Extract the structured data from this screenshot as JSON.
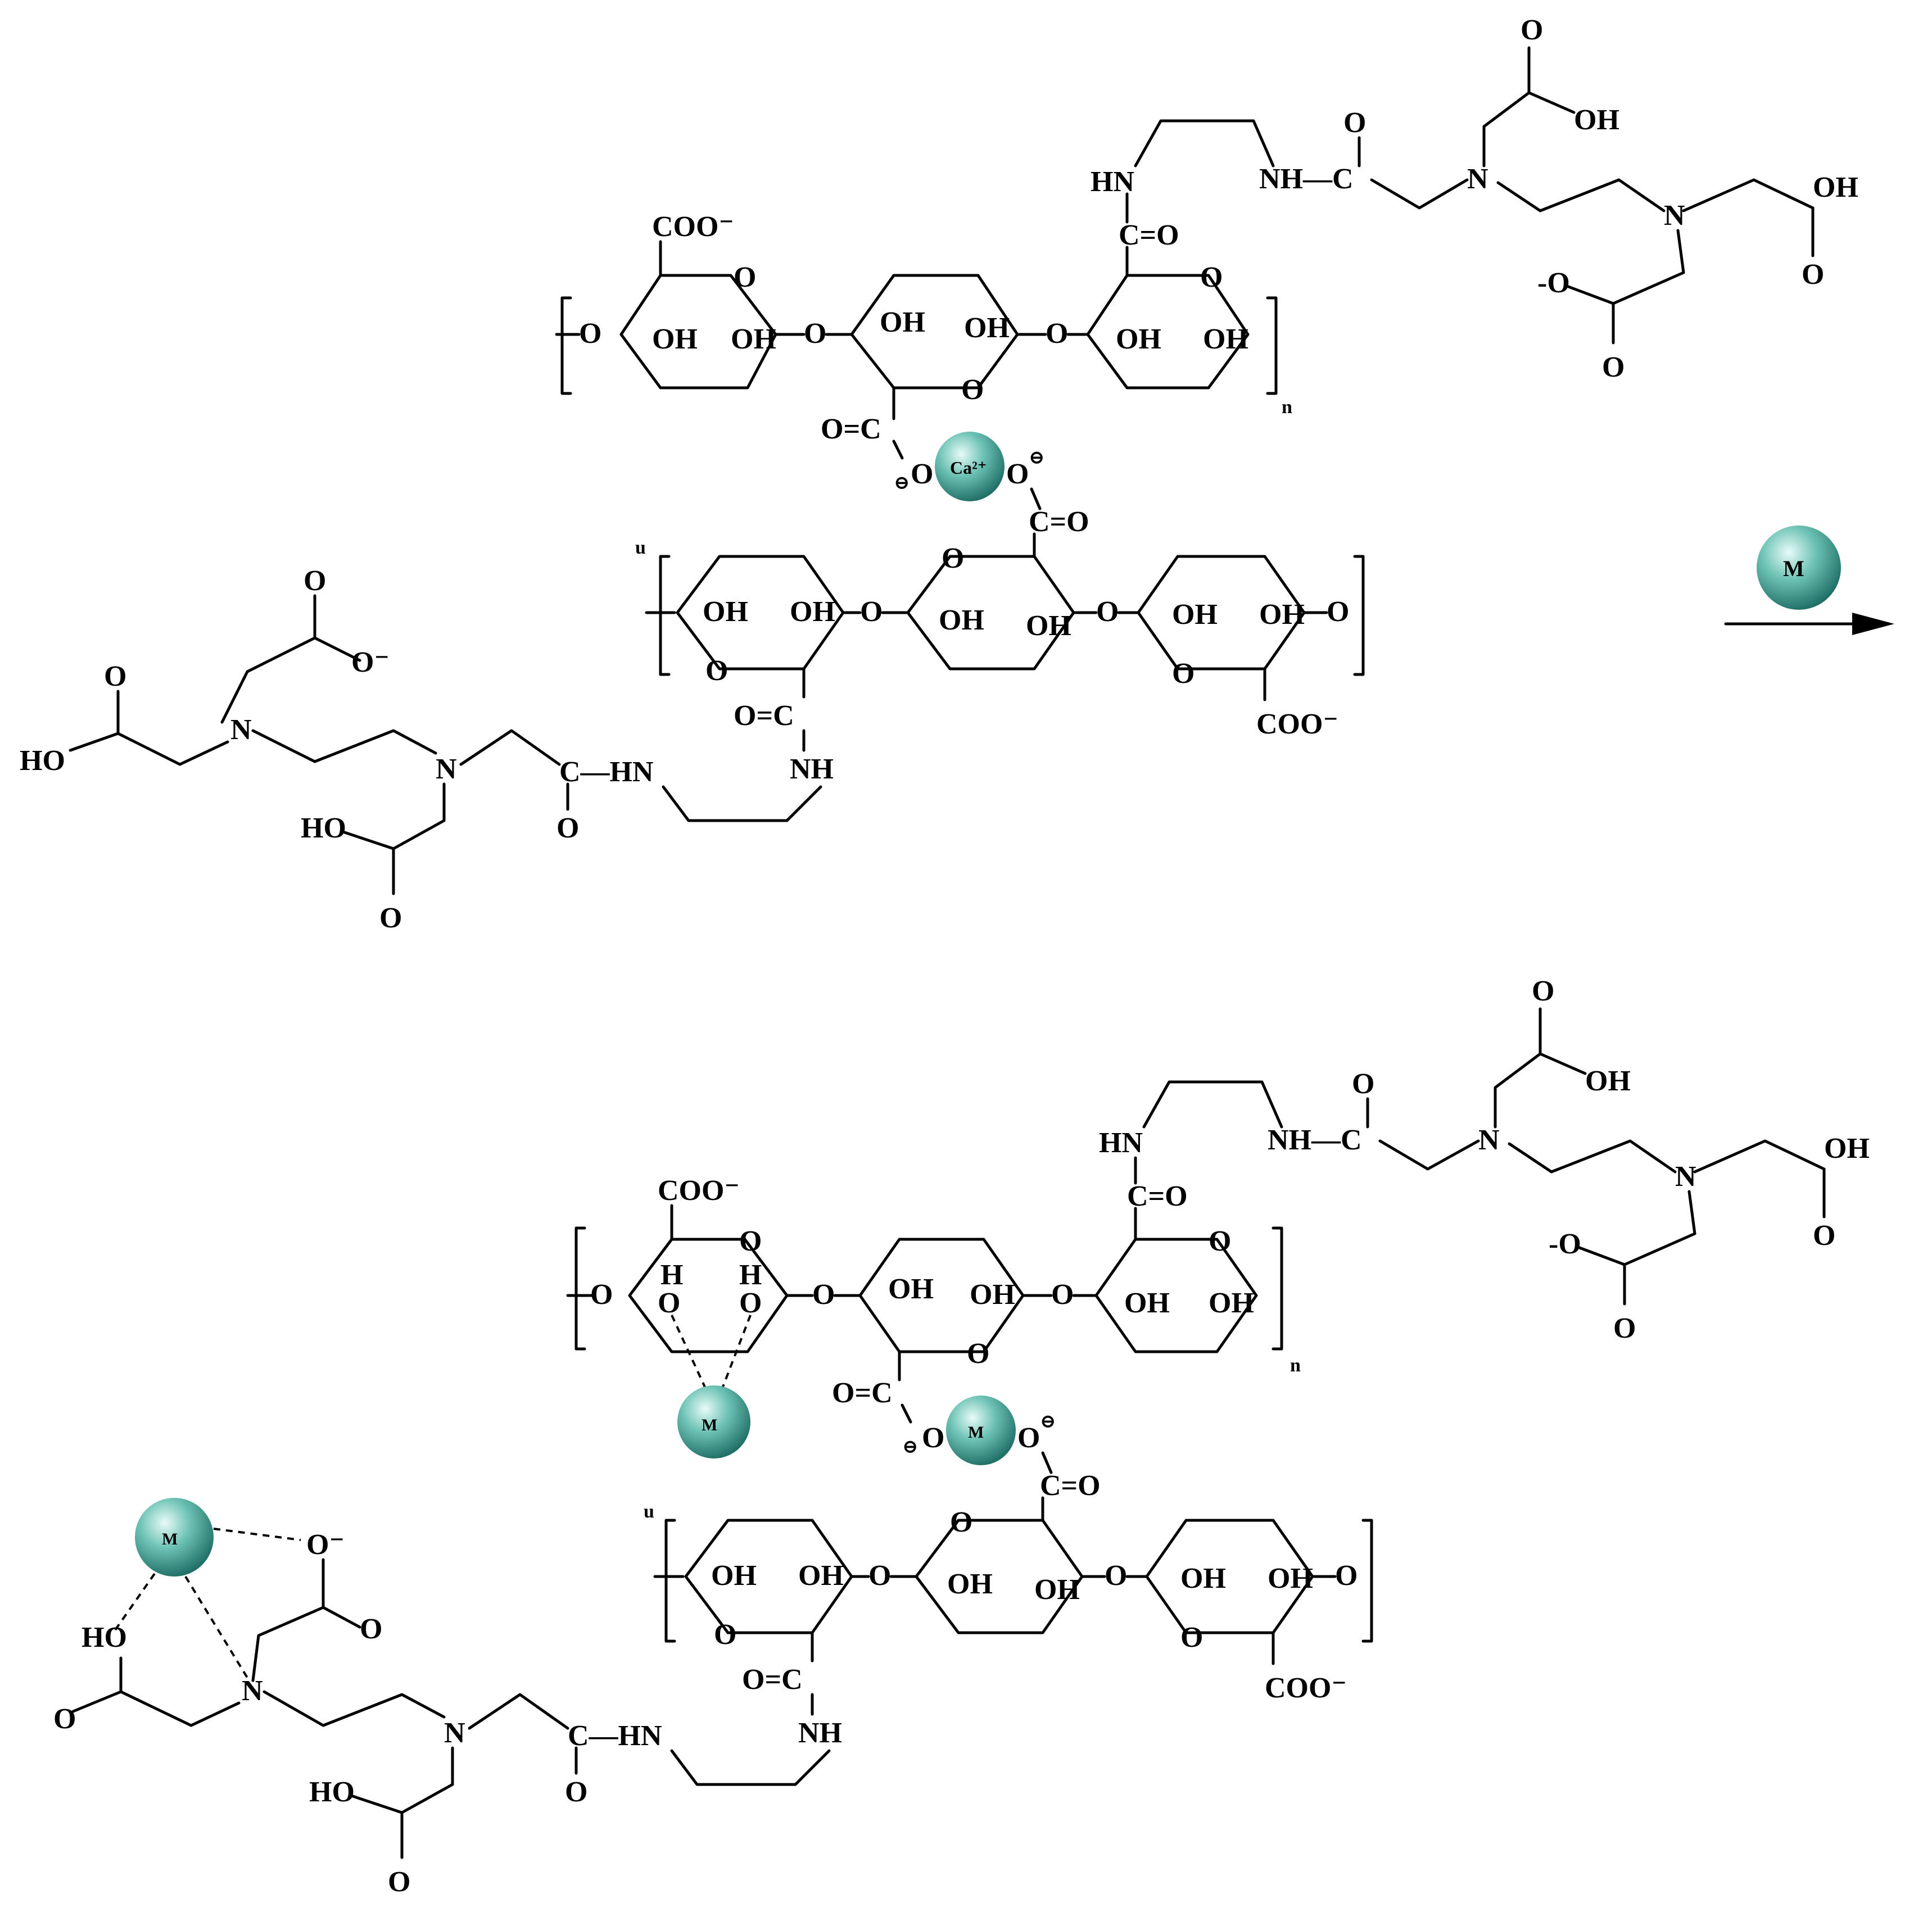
{
  "labels": {
    "oh": "OH",
    "ho": "HO",
    "o": "O",
    "h": "H",
    "n": "N",
    "nh": "NH",
    "hn": "HN",
    "c": "C",
    "co_eq": "C=O",
    "oeq_c": "O=C",
    "nh_c": "NH—C",
    "c_hn": "C—HN",
    "coo_minus": "COO⁻",
    "o_minus": "O⁻",
    "neg_o": "-O",
    "minus_circle": "⊖",
    "subscript_n": "n",
    "subscript_u": "u"
  },
  "ions": {
    "calcium": "Ca²⁺",
    "metal": "M"
  },
  "colors": {
    "ball_highlight": "#e9fbf8",
    "ball_mid": "#6fc3b6",
    "ball_dark": "#1f6f66",
    "line": "#000000"
  }
}
